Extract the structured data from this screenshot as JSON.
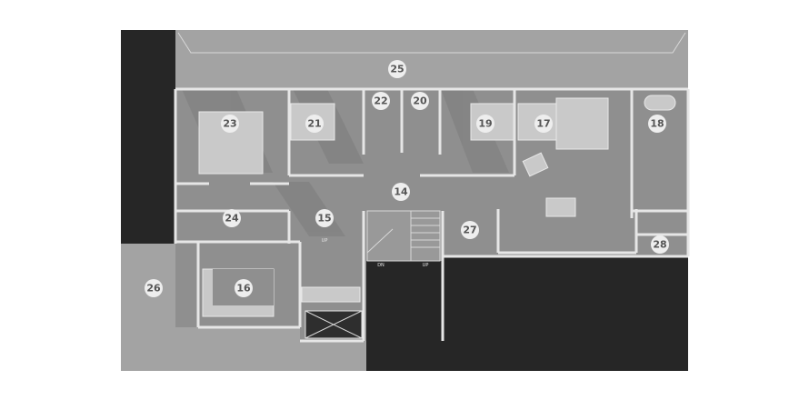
{
  "floor_plan": {
    "rooms": {
      "r14": "14",
      "r15": "15",
      "r16": "16",
      "r17": "17",
      "r18": "18",
      "r19": "19",
      "r20": "20",
      "r21": "21",
      "r22": "22",
      "r23": "23",
      "r24": "24",
      "r25": "25",
      "r26": "26",
      "r27": "27",
      "r28": "28"
    },
    "stair_labels": {
      "up_hall": "UP",
      "down": "DN",
      "up_stair": "UP"
    },
    "colors": {
      "dark_ground": "#262626",
      "floor": "#8f8f8f",
      "terrace": "#a3a3a3",
      "walls": "#e6e6e6",
      "label_circle": "#eeeeee"
    }
  }
}
